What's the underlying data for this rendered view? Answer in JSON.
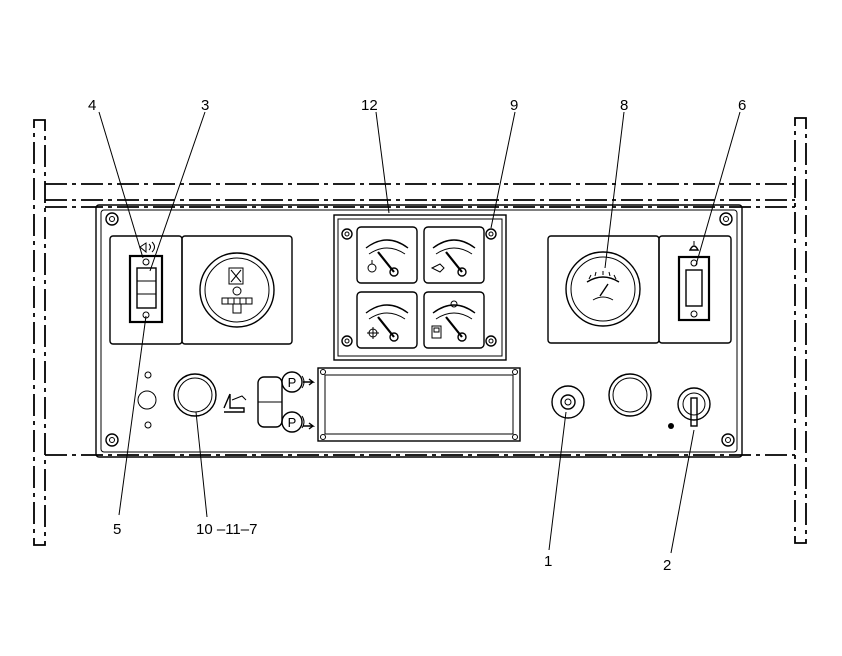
{
  "callouts": {
    "c1": "1",
    "c2": "2",
    "c3": "3",
    "c4": "4",
    "c5": "5",
    "c6": "6",
    "c8": "8",
    "c9": "9",
    "c12": "12",
    "c10_11_7": "10 –11–7"
  },
  "labels": {
    "parking_symbol": "P"
  },
  "icons": {
    "parking_brake": "parking-brake-icon",
    "seat": "seat-icon",
    "horn": "horn-icon",
    "fuel": "fuel-icon"
  }
}
